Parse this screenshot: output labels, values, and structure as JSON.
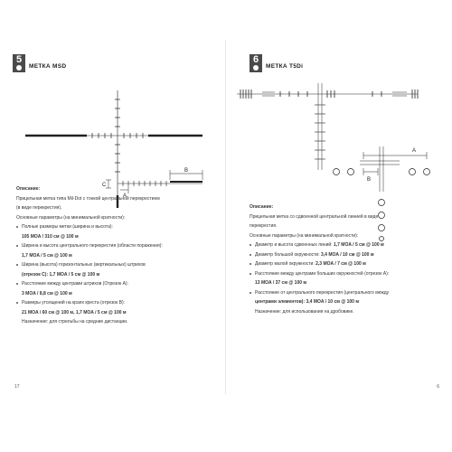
{
  "left_page": {
    "section_number": "5",
    "title": "МЕТКА MSD",
    "diagram_labels": {
      "a": "A",
      "b": "B",
      "c": "C"
    },
    "description": {
      "heading": "Описание:",
      "intro_1": "Прицельная метка типа Mil-Dot с тонкой центральной перекрестием",
      "intro_2": "(в виде перекрестия).",
      "params_heading": "Основные параметры (на минимальной кратности):",
      "items": [
        {
          "label": "Полные размеры метки (ширина и высота):",
          "value": "105 MOA / 310 см @ 100 м"
        },
        {
          "label": "Ширина и высота центрального перекрестия (области поражения):",
          "value": "1,7 MOA / 5 см @ 100 м"
        },
        {
          "label": "Ширина (высота) горизонтальных (вертикальных) штрихов",
          "value": "(отрезок C): 1,7 MOA / 5 см @ 100 м"
        },
        {
          "label": "Расстояние между центрами штрихов (Отрезок A):",
          "value": "3 MOA / 8,8 см @ 100 м"
        },
        {
          "label": "Размеры утолщений на краях креста (отрезок B):",
          "value": "21 MOA / 60 см @ 100 м, 1,7 MOA / 5 см @ 100 м"
        }
      ],
      "purpose": "Назначение: для стрельбы на средние дистанции."
    },
    "page_number": "17"
  },
  "right_page": {
    "section_number": "6",
    "title": "МЕТКА T5Di",
    "diagram_labels": {
      "a": "A",
      "b": "B"
    },
    "description": {
      "heading": "Описание:",
      "intro_1": "Прицельная метка со сдвоенной центральной линией в виде",
      "intro_2": "перекрестия.",
      "params_heading": "Основные параметры (на минимальной кратности):",
      "items": [
        {
          "label": "Диаметр и высота сдвоенных линий:",
          "value": "1,7 MOA / 5 см @ 100 м"
        },
        {
          "label": "Диаметр большой окружности:",
          "value": "3,4 MOA / 10 см @ 100 м"
        },
        {
          "label": "Диаметр малой окружности:",
          "value": "2,3 MOA / 7 см @ 100 м"
        },
        {
          "label": "Расстояние между центрами больших окружностей (отрезок A):",
          "value": "13 MOA / 37 см @ 100 м"
        },
        {
          "label": "Расстояние от центрального перекрестия (центрального между",
          "value": "центрами элементов): 3,4 MOA / 10 см @ 100 м"
        }
      ],
      "purpose": "Назначение: для использования на дробовике."
    },
    "page_number": "6"
  }
}
